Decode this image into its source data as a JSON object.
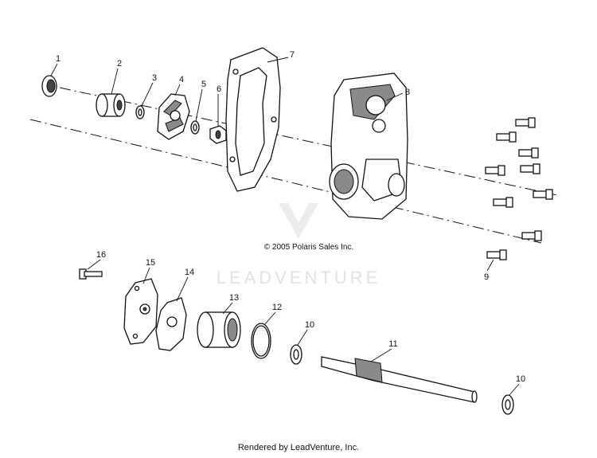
{
  "callouts": [
    "1",
    "2",
    "3",
    "4",
    "5",
    "6",
    "7",
    "8",
    "9",
    "10",
    "11",
    "12",
    "13",
    "14",
    "15",
    "16",
    "10"
  ],
  "copyright": "© 2005 Polaris Sales Inc.",
  "watermark": "LEADVENTURE",
  "footer": "Rendered by LeadVenture, Inc."
}
